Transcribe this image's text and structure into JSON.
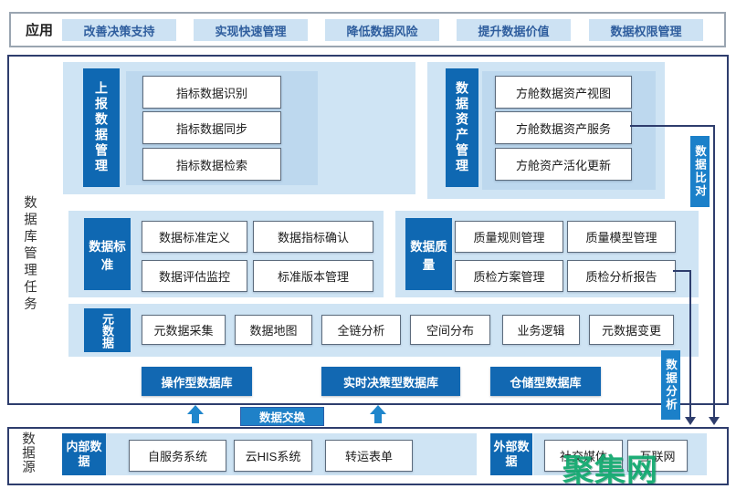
{
  "app_row": {
    "label": "应用",
    "items": [
      "改善决策支持",
      "实现快速管理",
      "降低数据风险",
      "提升数据价值",
      "数据权限管理"
    ]
  },
  "main": {
    "side_label": "数据库管理任务",
    "report": {
      "label": "上报数据管理",
      "items": [
        "指标数据识别",
        "指标数据同步",
        "指标数据检索"
      ]
    },
    "asset": {
      "label": "数据资产管理",
      "items": [
        "方舱数据资产视图",
        "方舱数据资产服务",
        "方舱资产活化更新"
      ]
    },
    "standard": {
      "label": "数据标准",
      "items": [
        "数据标准定义",
        "数据指标确认",
        "数据评估监控",
        "标准版本管理"
      ]
    },
    "quality": {
      "label": "数据质量",
      "items": [
        "质量规则管理",
        "质量模型管理",
        "质检方案管理",
        "质检分析报告"
      ]
    },
    "metadata": {
      "label": "元数据",
      "items": [
        "元数据采集",
        "数据地图",
        "全链分析",
        "空间分布",
        "业务逻辑",
        "元数据变更"
      ]
    },
    "databases": [
      "操作型数据库",
      "实时决策型数据库",
      "仓储型数据库"
    ],
    "compare_label": "数据比对",
    "analysis_label": "数据分析"
  },
  "exchange_label": "数据交换",
  "source": {
    "side_label": "数据源",
    "internal_label": "内部数据",
    "internal_items": [
      "自服务系统",
      "云HIS系统",
      "转运表单"
    ],
    "external_label": "外部数据",
    "external_items": [
      "社交媒体",
      "互联网"
    ]
  },
  "watermark": "聚集网",
  "colors": {
    "deep_blue": "#0f68b2",
    "panel_blue": "#cfe4f4",
    "inner_blue": "#bdd8ee",
    "border_navy": "#2e3d6d",
    "app_box_bg": "#cde2f3",
    "app_box_text": "#2f5e9e",
    "tag_blue": "#1b80c9",
    "watermark_green": "#12a96f"
  }
}
